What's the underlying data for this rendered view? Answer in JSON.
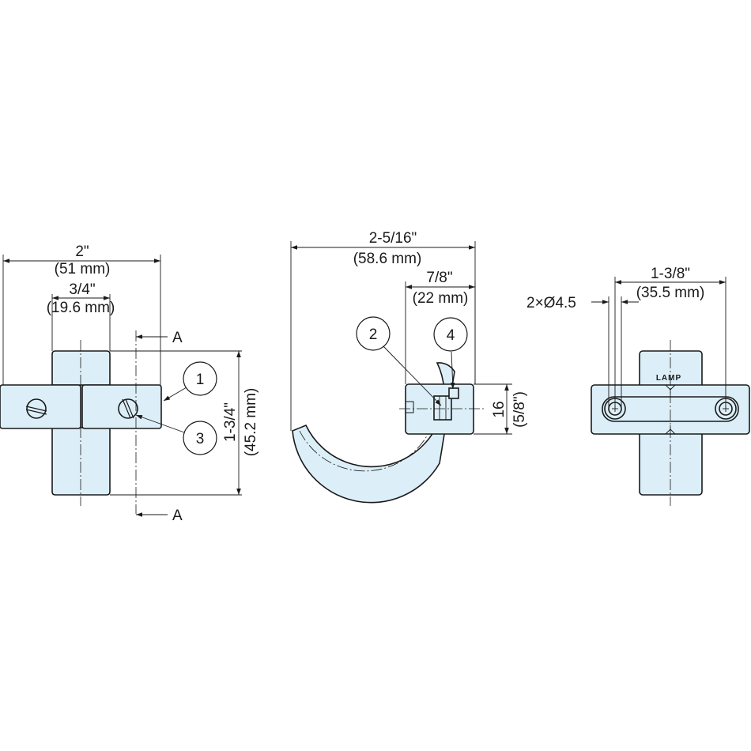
{
  "front_view": {
    "width_in": "2\"",
    "width_mm": "(51 mm)",
    "pitch_in": "3/4\"",
    "pitch_mm": "(19.6 mm)",
    "height_in": "1-3/4\"",
    "height_mm": "(45.2 mm)",
    "section_top": "A",
    "section_bottom": "A",
    "callout_1": "1",
    "callout_3": "3"
  },
  "side_view": {
    "depth_in": "2-5/16\"",
    "depth_mm": "(58.6 mm)",
    "base_in": "7/8\"",
    "base_mm": "(22 mm)",
    "thickness_mm": "16",
    "thickness_in": "(5/8\")",
    "callout_2": "2",
    "callout_4": "4"
  },
  "rear_view": {
    "hole_spacing_in": "1-3/8\"",
    "hole_spacing_mm": "(35.5 mm)",
    "hole_spec": "2×Ø4.5",
    "brand_mark": "LAMP"
  }
}
